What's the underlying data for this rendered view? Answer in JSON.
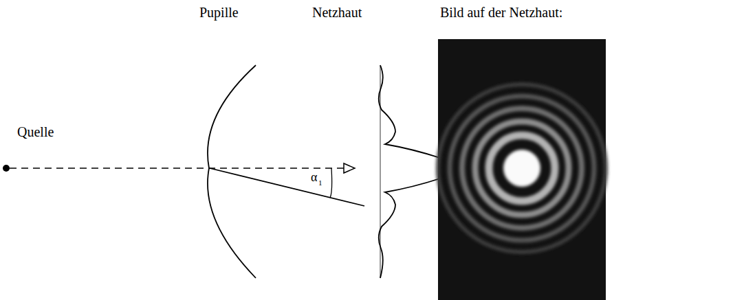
{
  "diagram": {
    "labels": [
      "Pupille",
      "Netzhaut",
      "Bild auf der Netzhaut:",
      "Quelle",
      "α",
      "1"
    ]
  }
}
